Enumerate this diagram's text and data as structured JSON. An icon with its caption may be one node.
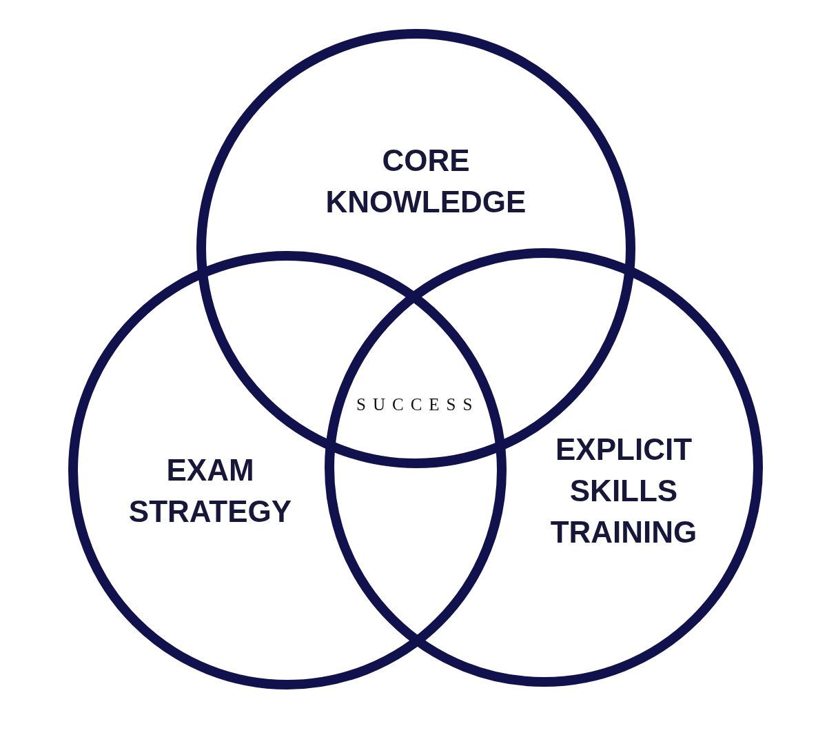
{
  "diagram": {
    "nodes": [
      {
        "text": [
          "CORE KNOWLEDGE"
        ]
      },
      {
        "text": [
          "EXAM STRATEGY"
        ]
      },
      {
        "text": [
          "EXPLICIT SKILLS TRAINING"
        ]
      }
    ],
    "labels": [
      "SUCCESS"
    ]
  }
}
